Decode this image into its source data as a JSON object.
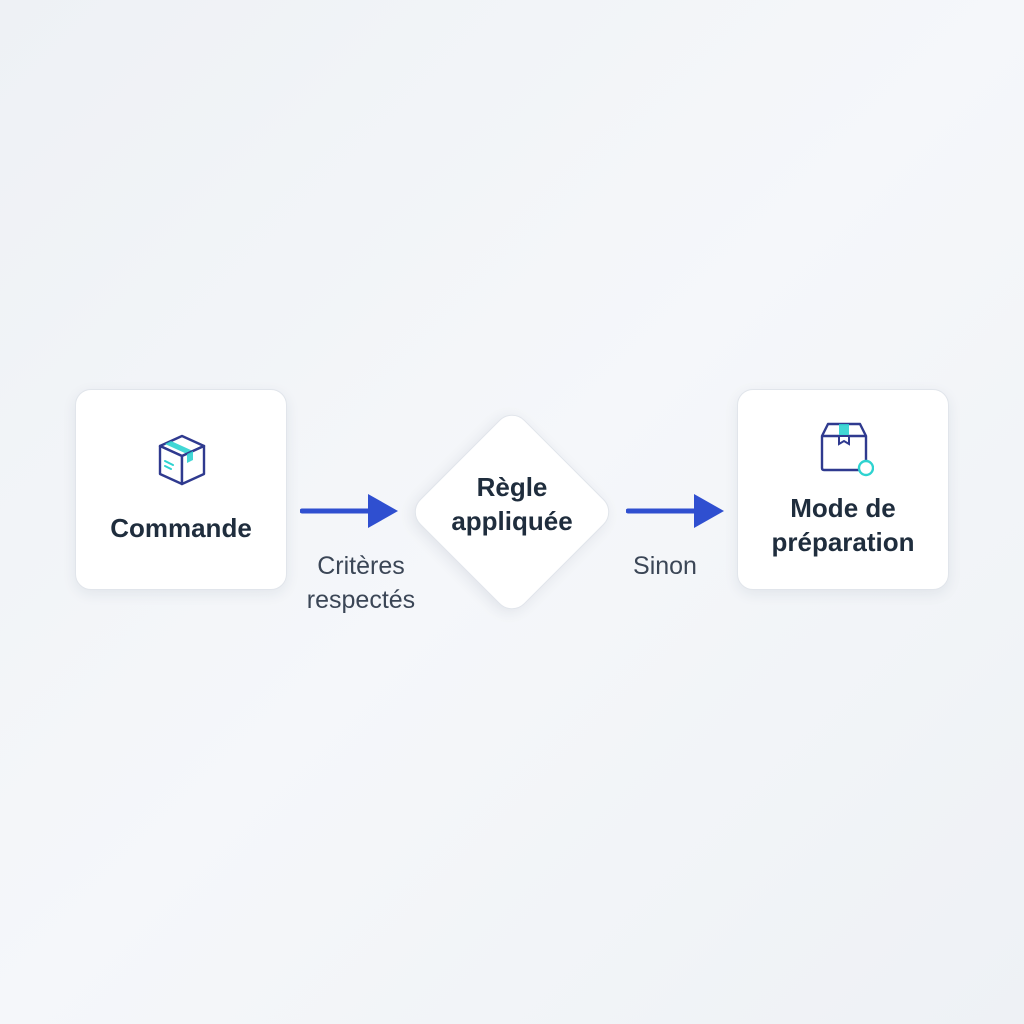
{
  "nodes": {
    "start": {
      "label": "Commande",
      "icon": "package-box-icon"
    },
    "decision": {
      "label_line1": "Règle",
      "label_line2": "appliquée"
    },
    "end": {
      "label_line1": "Mode de",
      "label_line2": "préparation",
      "icon": "package-status-icon"
    }
  },
  "edges": {
    "first": {
      "label_line1": "Critères",
      "label_line2": "respectés"
    },
    "second": {
      "label": "Sinon"
    }
  },
  "colors": {
    "arrow": "#2f4fd0",
    "icon_stroke": "#2f3a8f",
    "icon_accent": "#2ed3d0",
    "text": "#1f2d3d"
  }
}
